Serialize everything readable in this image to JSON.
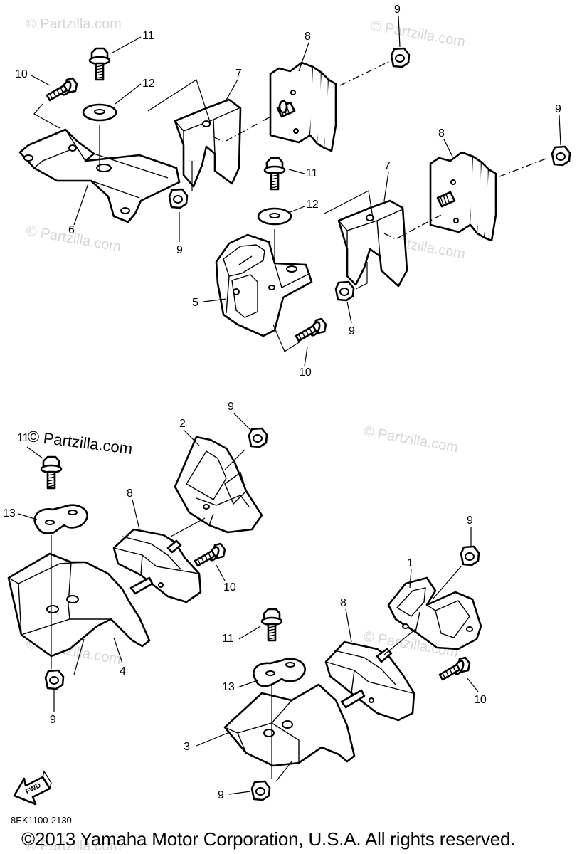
{
  "watermark": "© Partzilla.com",
  "diagram_code": "8EK1100-2130",
  "fwd_label": "FWD",
  "copyright": "©2013 Yamaha Motor Corporation, U.S.A. All rights reserved.",
  "callouts": {
    "c1": "1",
    "c2": "2",
    "c3": "3",
    "c4": "4",
    "c5": "5",
    "c6": "6",
    "c7": "7",
    "c8": "8",
    "c9": "9",
    "c10": "10",
    "c11": "11",
    "c12": "12",
    "c13": "13"
  }
}
